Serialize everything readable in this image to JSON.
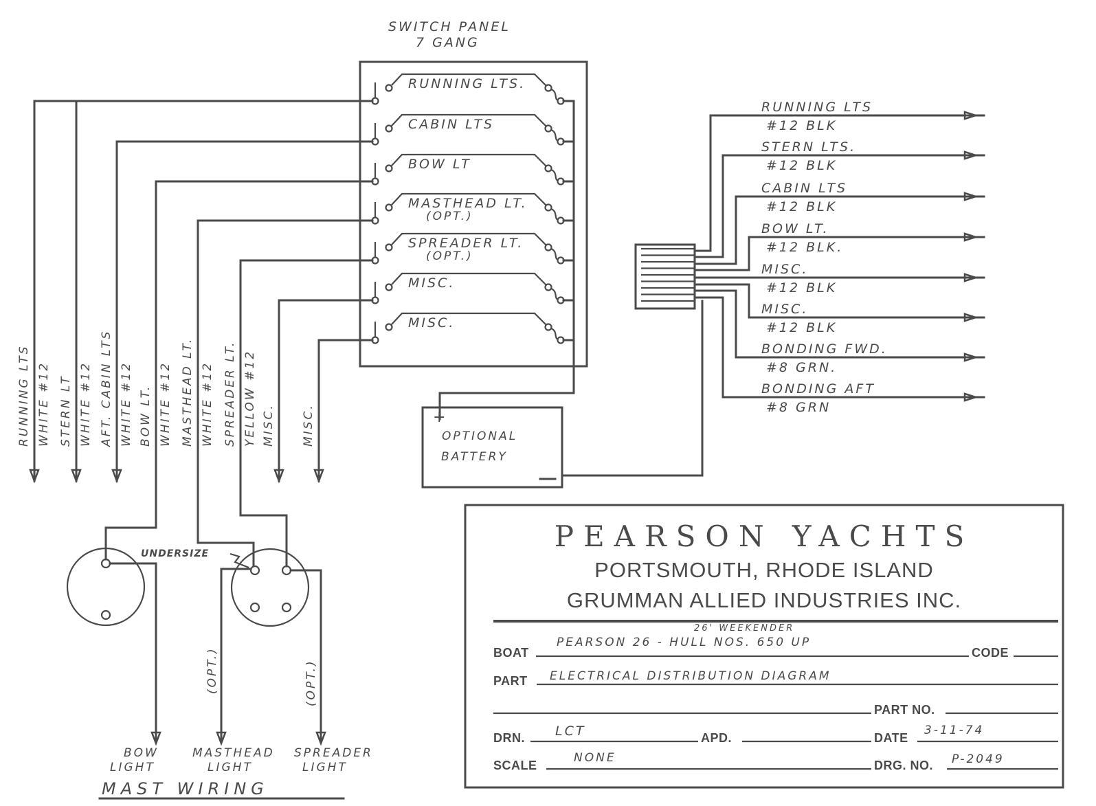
{
  "switch_panel": {
    "title_line1": "SWITCH PANEL",
    "title_line2": "7 GANG",
    "switches": [
      {
        "label": "RUNNING LTS.",
        "sub": ""
      },
      {
        "label": "CABIN LTS",
        "sub": ""
      },
      {
        "label": "BOW LT",
        "sub": ""
      },
      {
        "label": "MASTHEAD LT.",
        "sub": "(OPT.)"
      },
      {
        "label": "SPREADER LT.",
        "sub": "(OPT.)"
      },
      {
        "label": "MISC.",
        "sub": ""
      },
      {
        "label": "MISC.",
        "sub": ""
      }
    ]
  },
  "left_wires": [
    {
      "name": "RUNNING LTS",
      "spec": "WHITE #12"
    },
    {
      "name": "STERN LT",
      "spec": "WHITE #12"
    },
    {
      "name": "AFT. CABIN LTS",
      "spec": "WHITE #12"
    },
    {
      "name": "BOW LT.",
      "spec": "WHITE #12"
    },
    {
      "name": "MASTHEAD LT.",
      "spec": "WHITE #12"
    },
    {
      "name": "SPREADER LT.",
      "spec": "YELLOW #12"
    },
    {
      "name": "MISC.",
      "spec": ""
    },
    {
      "name": "MISC.",
      "spec": ""
    }
  ],
  "right_wires": [
    {
      "name": "RUNNING LTS",
      "spec": "#12 BLK"
    },
    {
      "name": "STERN LTS.",
      "spec": "#12 BLK"
    },
    {
      "name": "CABIN LTS",
      "spec": "#12 BLK"
    },
    {
      "name": "BOW LT.",
      "spec": "#12 BLK."
    },
    {
      "name": "MISC.",
      "spec": "#12 BLK"
    },
    {
      "name": "MISC.",
      "spec": "#12 BLK"
    },
    {
      "name": "BONDING FWD.",
      "spec": "#8 GRN."
    },
    {
      "name": "BONDING AFT",
      "spec": "#8 GRN"
    }
  ],
  "battery": {
    "line1": "OPTIONAL",
    "line2": "BATTERY",
    "plus": "+",
    "minus": "—"
  },
  "mast_wiring": {
    "undersize_note": "UNDERSIZE",
    "opt_label": "(OPT.)",
    "lights": [
      {
        "line1": "BOW",
        "line2": "LIGHT"
      },
      {
        "line1": "MASTHEAD",
        "line2": "LIGHT"
      },
      {
        "line1": "SPREADER",
        "line2": "LIGHT"
      }
    ],
    "title": "MAST WIRING"
  },
  "title_block": {
    "company": "PEARSON YACHTS",
    "location": "PORTSMOUTH, RHODE ISLAND",
    "parent": "GRUMMAN ALLIED INDUSTRIES INC.",
    "boat_label": "BOAT",
    "boat_value": "PEARSON 26 - HULL NOS. 650 UP",
    "boat_note": "26' WEEKENDER",
    "code_label": "CODE",
    "code_value": "",
    "part_label": "PART",
    "part_value": "ELECTRICAL DISTRIBUTION DIAGRAM",
    "part_no_label": "PART NO.",
    "part_no_value": "",
    "drn_label": "DRN.",
    "drn_value": "LCT",
    "apd_label": "APD.",
    "apd_value": "",
    "date_label": "DATE",
    "date_value": "3-11-74",
    "scale_label": "SCALE",
    "scale_value": "NONE",
    "drg_no_label": "DRG. NO.",
    "drg_no_value": "P-2049"
  }
}
